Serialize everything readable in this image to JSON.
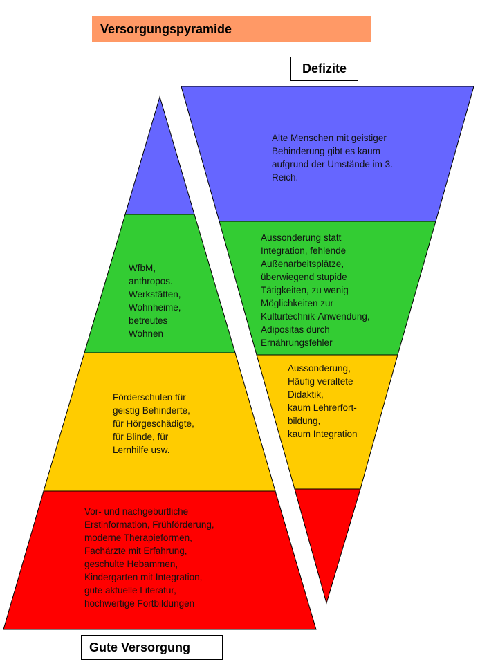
{
  "title": "Versorgungspyramide",
  "label_top": "Defizite",
  "label_bottom": "Gute Versorgung",
  "colors": {
    "blue": "#6666FF",
    "green": "#33CC33",
    "yellow": "#FFCC00",
    "red": "#FF0000",
    "title_bg": "#FF9966"
  },
  "left_pyramid": {
    "green": "WfbM,\nanthropos.\nWerkstätten,\nWohnheime,\nbetreutes\nWohnen",
    "yellow": "Förderschulen für\ngeistig Behinderte,\nfür Hörgeschädigte,\nfür Blinde, für\nLernhilfe usw.",
    "red": "Vor- und nachgeburtliche\nErstinformation, Frühförderung,\nmoderne Therapieformen,\nFachärzte mit Erfahrung,\ngeschulte Hebammen,\nKindergarten mit Integration,\ngute aktuelle Literatur,\nhochwertige Fortbildungen"
  },
  "right_pyramid": {
    "blue": "Alte Menschen mit geistiger\nBehinderung gibt es kaum\naufgrund der Umstände im 3.\nReich.",
    "green": " Aussonderung statt\nIntegration, fehlende\nAußenarbeitsplätze,\nüberwiegend stupide\nTätigkeiten,  zu wenig\nMöglichkeiten  zur\nKulturtechnik-Anwendung,\nAdipositas durch\nErnährungsfehler",
    "yellow": "Aussonderung,\nHäufig veraltete\nDidaktik,\nkaum Lehrerfort-\nbildung,\nkaum Integration"
  }
}
